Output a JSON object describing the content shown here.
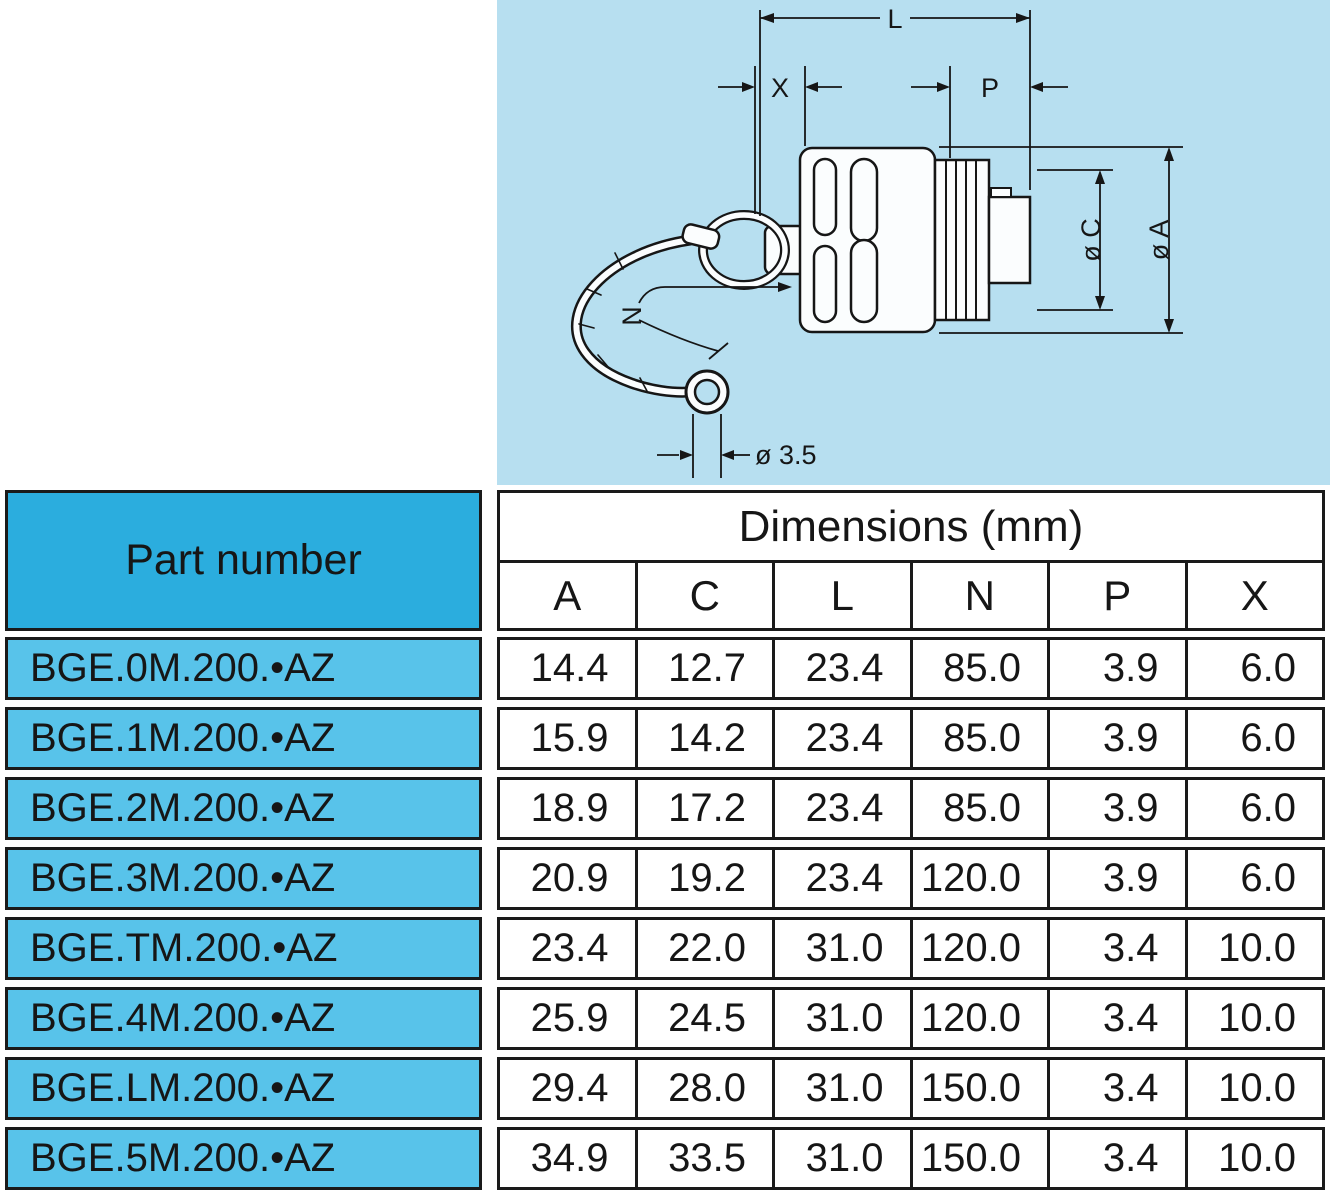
{
  "colors": {
    "diagram_bg": "#b7dff0",
    "part_header_bg": "#2badde",
    "part_row_bg": "#58c3ea",
    "line": "#161616",
    "table_border": "#1a1a1a"
  },
  "diagram": {
    "labels": {
      "length": "L",
      "x_dim": "X",
      "p_dim": "P",
      "dia_c": "ø C",
      "dia_a": "ø A",
      "n_dim": "N",
      "ring_dia": "ø 3.5"
    }
  },
  "table": {
    "part_header": "Part number",
    "dimensions_header": "Dimensions (mm)",
    "columns": [
      "A",
      "C",
      "L",
      "N",
      "P",
      "X"
    ],
    "rows": [
      {
        "part": "BGE.0M.200.•AZ",
        "values": [
          "14.4",
          "12.7",
          "23.4",
          "85.0",
          "3.9",
          "6.0"
        ]
      },
      {
        "part": "BGE.1M.200.•AZ",
        "values": [
          "15.9",
          "14.2",
          "23.4",
          "85.0",
          "3.9",
          "6.0"
        ]
      },
      {
        "part": "BGE.2M.200.•AZ",
        "values": [
          "18.9",
          "17.2",
          "23.4",
          "85.0",
          "3.9",
          "6.0"
        ]
      },
      {
        "part": "BGE.3M.200.•AZ",
        "values": [
          "20.9",
          "19.2",
          "23.4",
          "120.0",
          "3.9",
          "6.0"
        ]
      },
      {
        "part": "BGE.TM.200.•AZ",
        "values": [
          "23.4",
          "22.0",
          "31.0",
          "120.0",
          "3.4",
          "10.0"
        ]
      },
      {
        "part": "BGE.4M.200.•AZ",
        "values": [
          "25.9",
          "24.5",
          "31.0",
          "120.0",
          "3.4",
          "10.0"
        ]
      },
      {
        "part": "BGE.LM.200.•AZ",
        "values": [
          "29.4",
          "28.0",
          "31.0",
          "150.0",
          "3.4",
          "10.0"
        ]
      },
      {
        "part": "BGE.5M.200.•AZ",
        "values": [
          "34.9",
          "33.5",
          "31.0",
          "150.0",
          "3.4",
          "10.0"
        ]
      }
    ]
  }
}
